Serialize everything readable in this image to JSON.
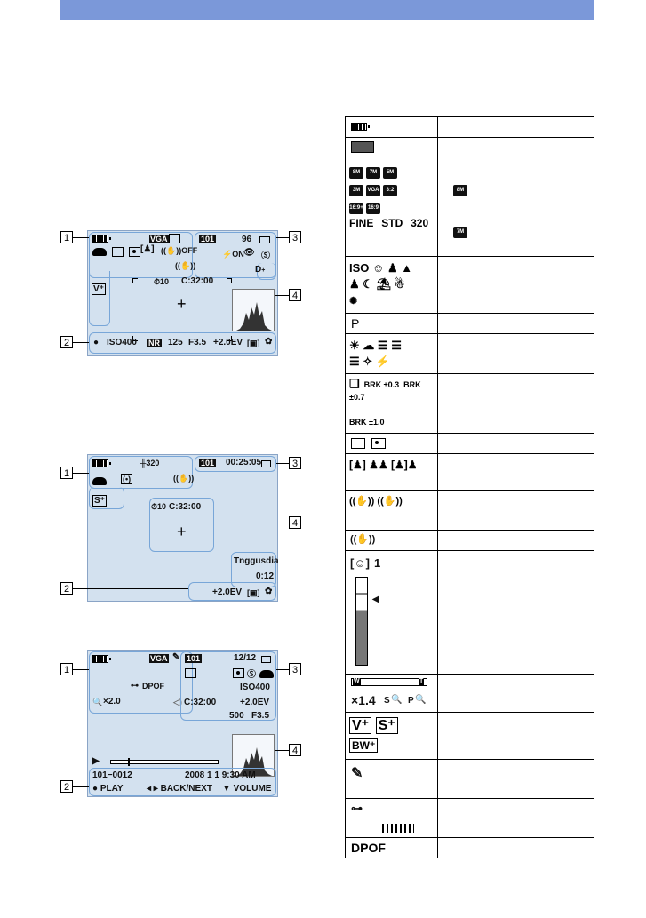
{
  "screen_record": {
    "p1": {
      "image_size": "VGA",
      "stabilizer": "OFF"
    },
    "p3": {
      "folder": "101",
      "shots": "96",
      "flash": "ON"
    },
    "p4": {
      "self_timer": "10",
      "timecode": "C:32:00"
    },
    "p2": {
      "rec": "●",
      "iso": "ISO400",
      "nr": "NR",
      "shutter": "125",
      "aperture": "F3.5",
      "ev": "+2.0EV"
    }
  },
  "screen_movie": {
    "p1": {
      "quality": "320"
    },
    "p3": {
      "folder": "101",
      "time": "00:25:05"
    },
    "p4": {
      "self_timer": "10",
      "timecode": "C:32:00"
    },
    "p2": {
      "status": "Tnggusdia",
      "elapsed": "0:12",
      "ev": "+2.0EV"
    }
  },
  "screen_play": {
    "p1": {
      "image_size": "VGA",
      "dpof": "DPOF",
      "zoom": "×2.0"
    },
    "p3": {
      "folder": "101",
      "count": "12/12",
      "iso": "ISO400",
      "timecode": "C:32:00",
      "ev": "+2.0EV",
      "shutter": "500",
      "aperture": "F3.5"
    },
    "p2": {
      "file": "101−0012",
      "date": "2008  1  1  9:30 AM",
      "play": "● PLAY",
      "nav": "◂ ▸ BACK/NEXT",
      "volume": "▼ VOLUME"
    }
  },
  "numbers": {
    "n1": "1",
    "n2": "2",
    "n3": "3",
    "n4": "4"
  },
  "legend": {
    "size_icons": [
      "8M",
      "7M",
      "5M",
      "3M",
      "VGA",
      "3:2",
      "16:9+",
      "16:9"
    ],
    "movie_icons": [
      "FINE",
      "STD",
      "320"
    ],
    "size_right": [
      "8M",
      "7M"
    ],
    "iso": "ISO",
    "program": "P",
    "brk": [
      "BRK ±0.3",
      "BRK ±0.7",
      "BRK ±1.0"
    ],
    "face_count": "1",
    "zoom_w": "W",
    "zoom_t": "T",
    "zoom_x": "×1.4",
    "zoom_s": "S",
    "zoom_p": "P",
    "dpof": "DPOF",
    "colors": {
      "panel_border": "#78a6d8",
      "screen_bg": "#d3e1ef",
      "header": "#7b98d9"
    }
  }
}
